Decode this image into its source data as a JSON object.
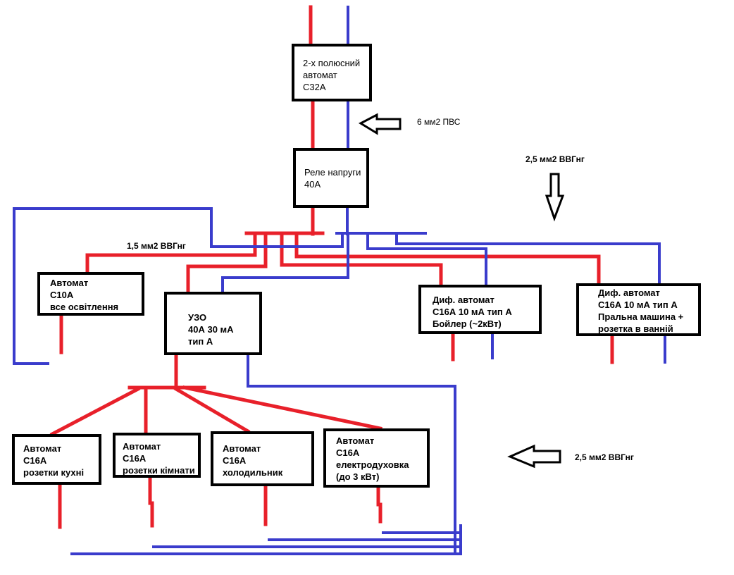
{
  "colors": {
    "phase": "#e8202a",
    "neutral": "#3a3ccc",
    "outline": "#000000"
  },
  "boxes": {
    "main_breaker": {
      "lines": [
        "2-х полюсний",
        "автомат",
        "С32А"
      ]
    },
    "voltage_relay": {
      "lines": [
        "Реле напруги",
        "40А"
      ]
    },
    "lighting": {
      "lines": [
        "Автомат",
        "С10А",
        "все освітлення"
      ]
    },
    "rcd": {
      "lines": [
        "УЗО",
        "40А   30 мА",
        "тип А"
      ]
    },
    "rcbo_boiler": {
      "lines": [
        "Диф. автомат",
        "С16А 10 мА тип А",
        "Бойлер (~2кВт)"
      ]
    },
    "rcbo_washer": {
      "lines": [
        "Диф. автомат",
        "С16А 10 мА тип А",
        "Пральна машина +",
        "розетка в ванній"
      ]
    },
    "kitchen": {
      "lines": [
        "Автомат",
        "С16А",
        "розетки кухні"
      ]
    },
    "rooms": {
      "lines": [
        "Автомат",
        "С16А",
        "розетки кімнати"
      ]
    },
    "fridge": {
      "lines": [
        "Автомат",
        "С16А",
        "холодильник"
      ]
    },
    "oven": {
      "lines": [
        "Автомат",
        "С16А",
        "електродуховка",
        "(до 3 кВт)"
      ]
    }
  },
  "labels": {
    "pvs": "6 мм2 ПВС",
    "vvg_top": "2,5 мм2 ВВГнг",
    "vvg_left": "1,5 мм2 ВВГнг",
    "vvg_bottom": "2,5 мм2 ВВГнг"
  }
}
